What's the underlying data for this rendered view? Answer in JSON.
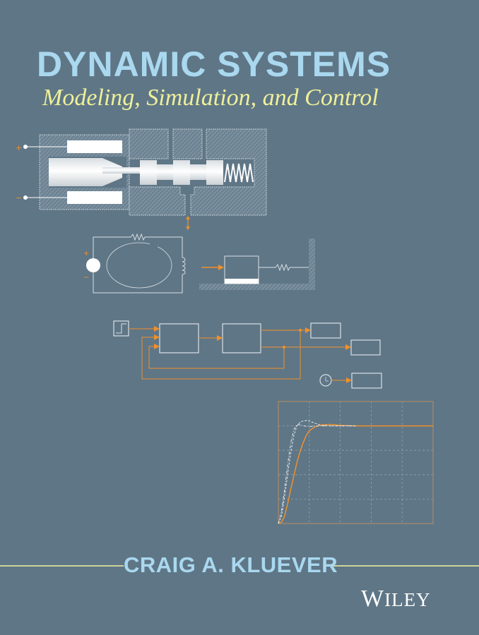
{
  "cover": {
    "title": "DYNAMIC SYSTEMS",
    "subtitle": "Modeling, Simulation, and Control",
    "author": "CRAIG A. KLUEVER",
    "publisher_first": "W",
    "publisher_rest": "ILEY",
    "publisher": "WILEY"
  },
  "colors": {
    "background": "#5f7686",
    "title": "#a9d8ef",
    "subtitle": "#eef09a",
    "accent": "#f0902a",
    "line": "#d8e0e6"
  },
  "illustrations": {
    "terminal_plus": "+",
    "terminal_minus": "−",
    "source_plus": "+",
    "source_minus": "−"
  },
  "chart_data": {
    "type": "line",
    "title": "",
    "xlabel": "",
    "ylabel": "",
    "xlim": [
      0,
      5
    ],
    "ylim": [
      0,
      5
    ],
    "grid": true,
    "series": [
      {
        "name": "response-solid",
        "style": "solid",
        "color": "#f0902a",
        "x": [
          0,
          0.1,
          0.2,
          0.3,
          0.4,
          0.5,
          0.6,
          0.7,
          0.8,
          0.9,
          1.0,
          1.2,
          1.4,
          1.7,
          2.0,
          2.5,
          5
        ],
        "y": [
          0,
          0.05,
          0.3,
          0.8,
          1.4,
          1.95,
          2.5,
          2.95,
          3.3,
          3.6,
          3.8,
          3.97,
          4.04,
          4.06,
          4.02,
          4.0,
          4.0
        ]
      },
      {
        "name": "response-dashed",
        "style": "dashed",
        "color": "#e8ecef",
        "x": [
          0,
          0.1,
          0.2,
          0.3,
          0.4,
          0.5,
          0.6,
          0.7,
          0.8,
          0.9,
          1.0,
          1.2,
          1.4,
          1.7,
          2.5
        ],
        "y": [
          0,
          0.3,
          1.1,
          2.0,
          2.9,
          3.6,
          4.0,
          4.15,
          4.2,
          4.22,
          4.2,
          4.1,
          4.02,
          4.0,
          4.0
        ]
      },
      {
        "name": "response-dashdot",
        "style": "dashdot",
        "color": "#e8ecef",
        "x": [
          0,
          0.1,
          0.2,
          0.3,
          0.4,
          0.5,
          0.6,
          0.7,
          0.8,
          1.0,
          1.3,
          2.5
        ],
        "y": [
          0,
          0.5,
          1.4,
          2.4,
          3.3,
          3.85,
          4.05,
          4.05,
          4.0,
          3.97,
          4.0,
          4.0
        ]
      }
    ]
  }
}
